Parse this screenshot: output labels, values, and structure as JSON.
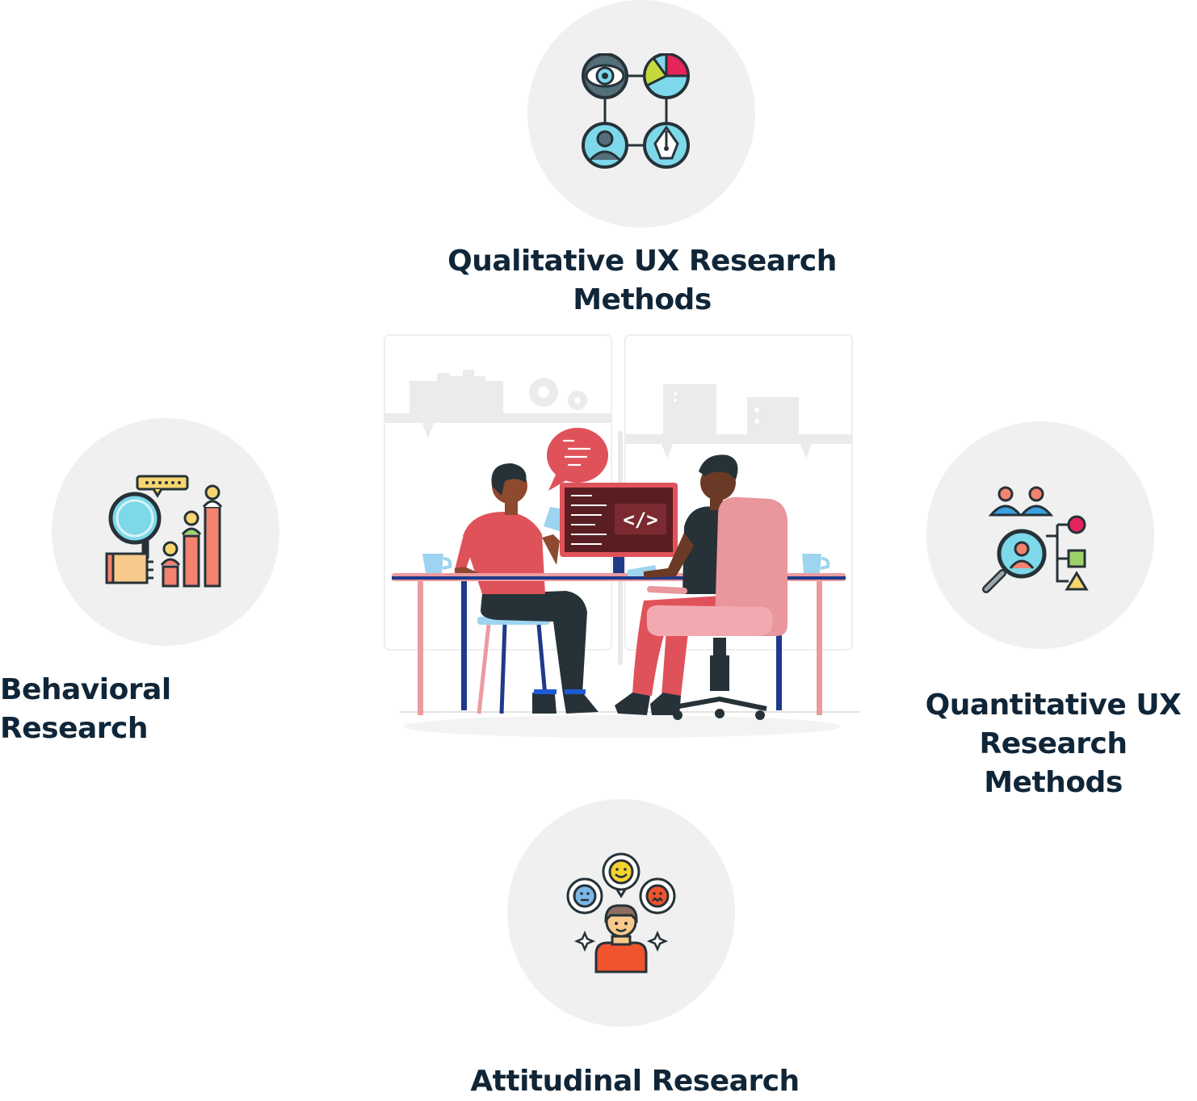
{
  "nodes": {
    "qualitative": {
      "line1": "Qualitative UX Research",
      "line2": "Methods",
      "icon": "research-methods-network-icon"
    },
    "behavioral": {
      "line1": "Behavioral Research",
      "icon": "magnifier-bar-chart-icon"
    },
    "quantitative": {
      "line1": "Quantitative UX",
      "line2": "Research Methods",
      "icon": "user-search-shapes-icon"
    },
    "attitudinal": {
      "line1": "Attitudinal Research",
      "icon": "person-emotions-icon"
    }
  },
  "center": {
    "illustration": "developers-at-desk-illustration",
    "screen_text": "</>"
  },
  "colors": {
    "circle": "#f0f0f0",
    "label": "#102638",
    "red": "#e0525a",
    "cyan": "#7dd8ea",
    "dark": "#263238",
    "pink": "#eb9ba0"
  }
}
